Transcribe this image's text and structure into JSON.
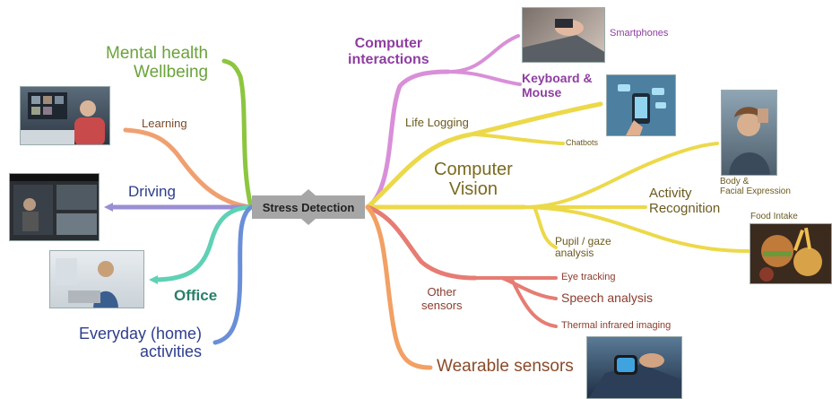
{
  "center": "Stress Detection",
  "colors": {
    "green": "#8cc63f",
    "orange": "#f0a070",
    "blue": "#6a8fd8",
    "teal": "#5fd1b4",
    "purple": "#9b8ed4",
    "magenta": "#d98fd8",
    "yellow": "#ecd94a",
    "salmon": "#ef9a8a",
    "red": "#e67c73",
    "wearable": "#f2a064"
  },
  "left": {
    "mental_health": [
      "Mental health",
      "Wellbeing"
    ],
    "learning": "Learning",
    "driving": "Driving",
    "office": "Office",
    "everyday": [
      "Everyday (home)",
      "activities"
    ]
  },
  "right": {
    "computer_interactions": [
      "Computer",
      "interactions"
    ],
    "smartphones": "Smartphones",
    "keyboard_mouse": [
      "Keyboard &",
      "Mouse"
    ],
    "life_logging": "Life Logging",
    "chatbots": "Chatbots",
    "computer_vision": [
      "Computer",
      "Vision"
    ],
    "body_facial": [
      "Body &",
      "Facial Expression"
    ],
    "activity_recognition": [
      "Activity",
      "Recognition"
    ],
    "food_intake": "Food Intake",
    "pupil_gaze": [
      "Pupil / gaze",
      "analysis"
    ],
    "other_sensors": [
      "Other",
      "sensors"
    ],
    "eye_tracking": "Eye tracking",
    "speech_analysis": "Speech analysis",
    "thermal": "Thermal infrared imaging",
    "wearable": "Wearable sensors"
  },
  "thumbnails": {
    "video_call": "video-call-photo",
    "dashcam": "dashcam-photo",
    "office_worker": "office-worker-photo",
    "laptop_hands": "laptop-hands-photo",
    "phone_chat": "phone-chat-illustration",
    "tired_woman": "tired-woman-photo",
    "food": "food-photo",
    "smartwatch": "smartwatch-photo"
  }
}
